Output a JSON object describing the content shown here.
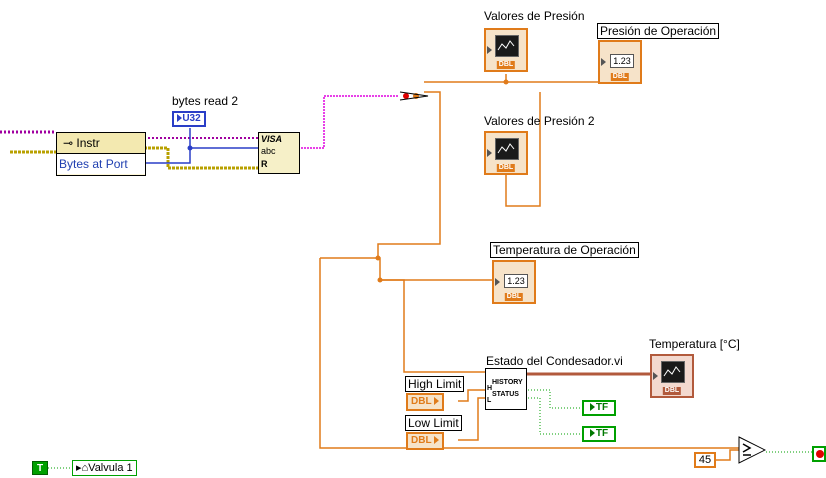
{
  "labels": {
    "valores_presion": "Valores de Presión",
    "presion_operacion": "Presión de Operación",
    "valores_presion_2": "Valores de Presión 2",
    "bytes_read_2": "bytes read 2",
    "temperatura_operacion": "Temperatura de Operación",
    "temperatura_c": "Temperatura [°C]",
    "estado_condensador": "Estado del Condesador.vi",
    "high_limit": "High Limit",
    "low_limit": "Low Limit"
  },
  "visa_property": {
    "class": "Instr",
    "property": "Bytes at Port"
  },
  "visa_read": {
    "title": "VISA",
    "mode": "abc",
    "flag": "R"
  },
  "terminals": {
    "u32": "U32",
    "dbl": "DBL",
    "num_display": "1.23",
    "tf": "TF",
    "const_value": "45",
    "bool_true": "T",
    "local_var": "Valvula 1"
  },
  "subvi_pins": {
    "history": "HISTORY",
    "status": "STATUS",
    "h": "H",
    "l": "L"
  },
  "colors": {
    "dbl_wire": "#e07b1a",
    "bool_wire": "#00a000",
    "u32_wire": "#2a3ec7",
    "string_wire": "#e000e0",
    "error_wire": "#b8a000",
    "waveform_wire": "#b25a3c"
  }
}
